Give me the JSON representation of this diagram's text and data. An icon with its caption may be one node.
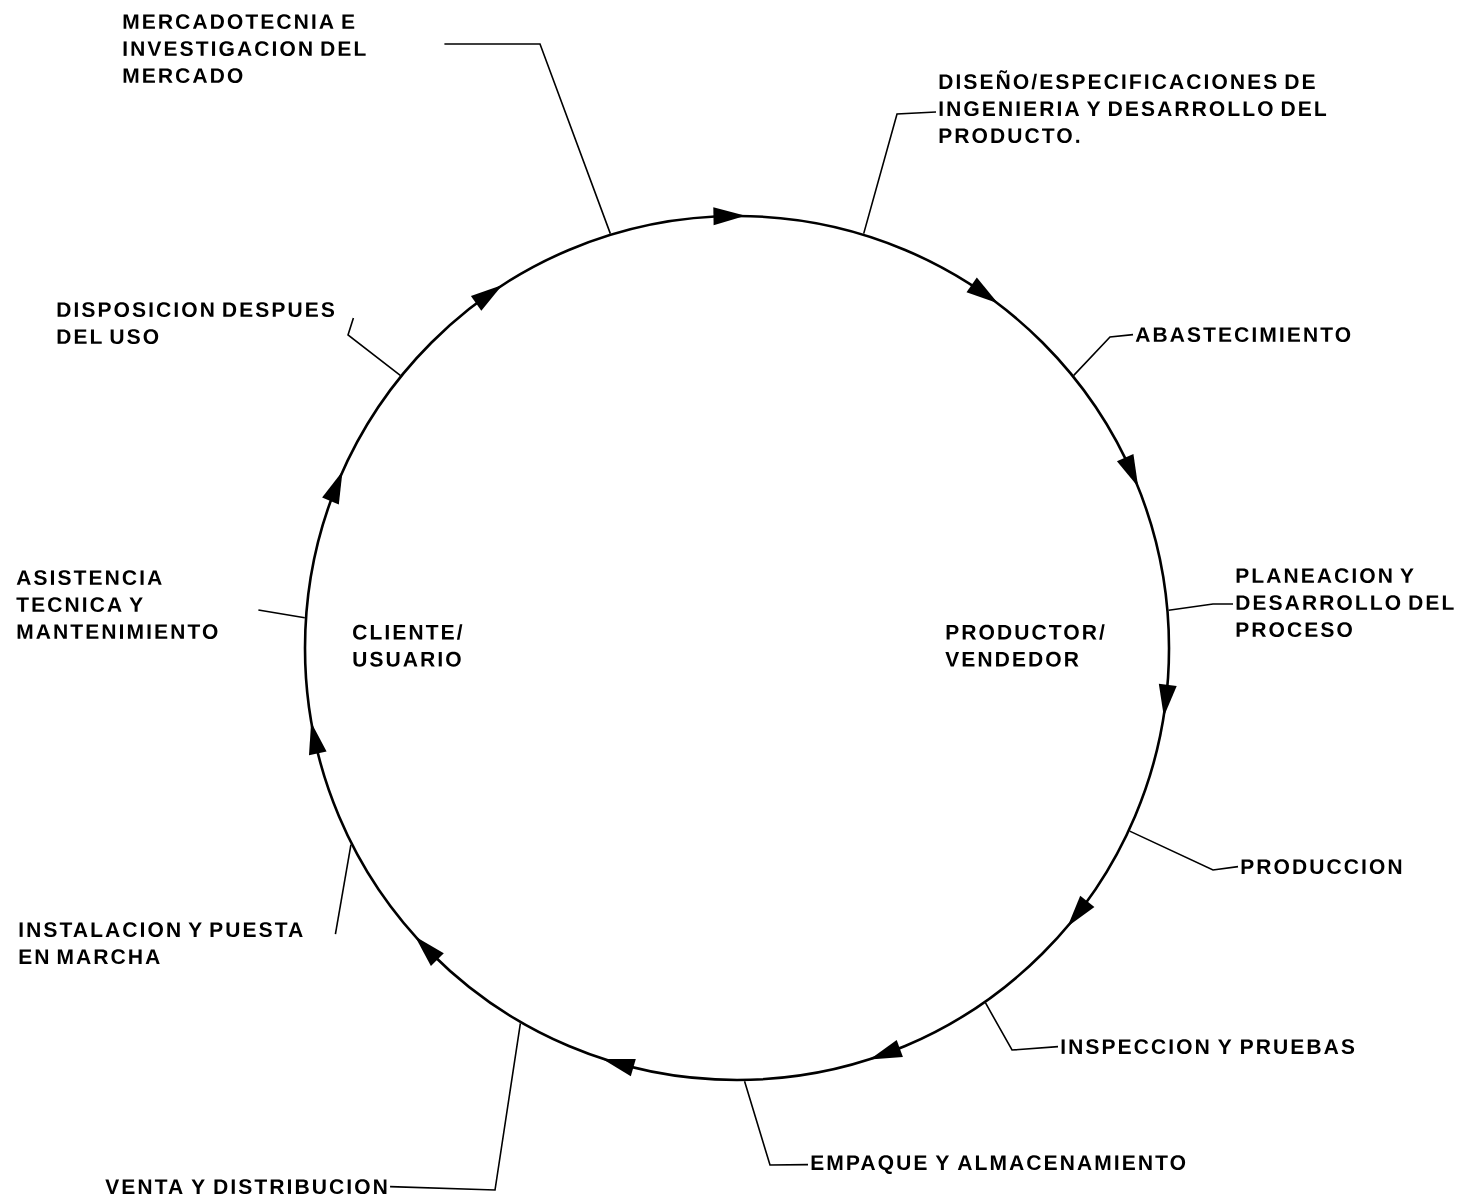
{
  "diagram": {
    "nodes": [
      {
        "text": [],
        "shape": "circle"
      },
      {
        "text": [
          "MERCADOTECNIA E INVESTIGACION DEL MERCADO"
        ]
      },
      {
        "text": [
          "DISEÑO/ESPECIFICACIONES DE INGENIERIA Y DESARROLLO DEL PRODUCTO."
        ]
      },
      {
        "text": [
          "ABASTECIMIENTO"
        ]
      },
      {
        "text": [
          "PLANEACION Y DESARROLLO DEL PROCESO"
        ]
      },
      {
        "text": [
          "PRODUCCION"
        ]
      },
      {
        "text": [
          "INSPECCION Y PRUEBAS"
        ]
      },
      {
        "text": [
          "EMPAQUE Y ALMACENAMIENTO"
        ]
      },
      {
        "text": [
          "VENTA Y DISTRIBUCION"
        ]
      },
      {
        "text": [
          "INSTALACION Y PUESTA EN MARCHA"
        ]
      },
      {
        "text": [
          "ASISTENCIA TECNICA Y MANTENIMIENTO"
        ]
      },
      {
        "text": [
          "DISPOSICION DESPUES DEL USO"
        ]
      }
    ],
    "edges": [
      {
        "from": 1,
        "to": 0,
        "arrow": "none"
      },
      {
        "from": 2,
        "to": 0,
        "arrow": "none"
      },
      {
        "from": 3,
        "to": 0,
        "arrow": "none"
      },
      {
        "from": 4,
        "to": 0,
        "arrow": "none"
      },
      {
        "from": 5,
        "to": 0,
        "arrow": "none"
      },
      {
        "from": 6,
        "to": 0,
        "arrow": "none"
      },
      {
        "from": 7,
        "to": 0,
        "arrow": "none"
      },
      {
        "from": 8,
        "to": 0,
        "arrow": "none"
      },
      {
        "from": 9,
        "to": 0,
        "arrow": "none"
      },
      {
        "from": 10,
        "to": 0,
        "arrow": "none"
      },
      {
        "from": 11,
        "to": 0,
        "arrow": "none"
      }
    ],
    "labels": [
      "CLIENTE/ USUARIO",
      "PRODUCTOR/ VENDEDOR"
    ]
  }
}
